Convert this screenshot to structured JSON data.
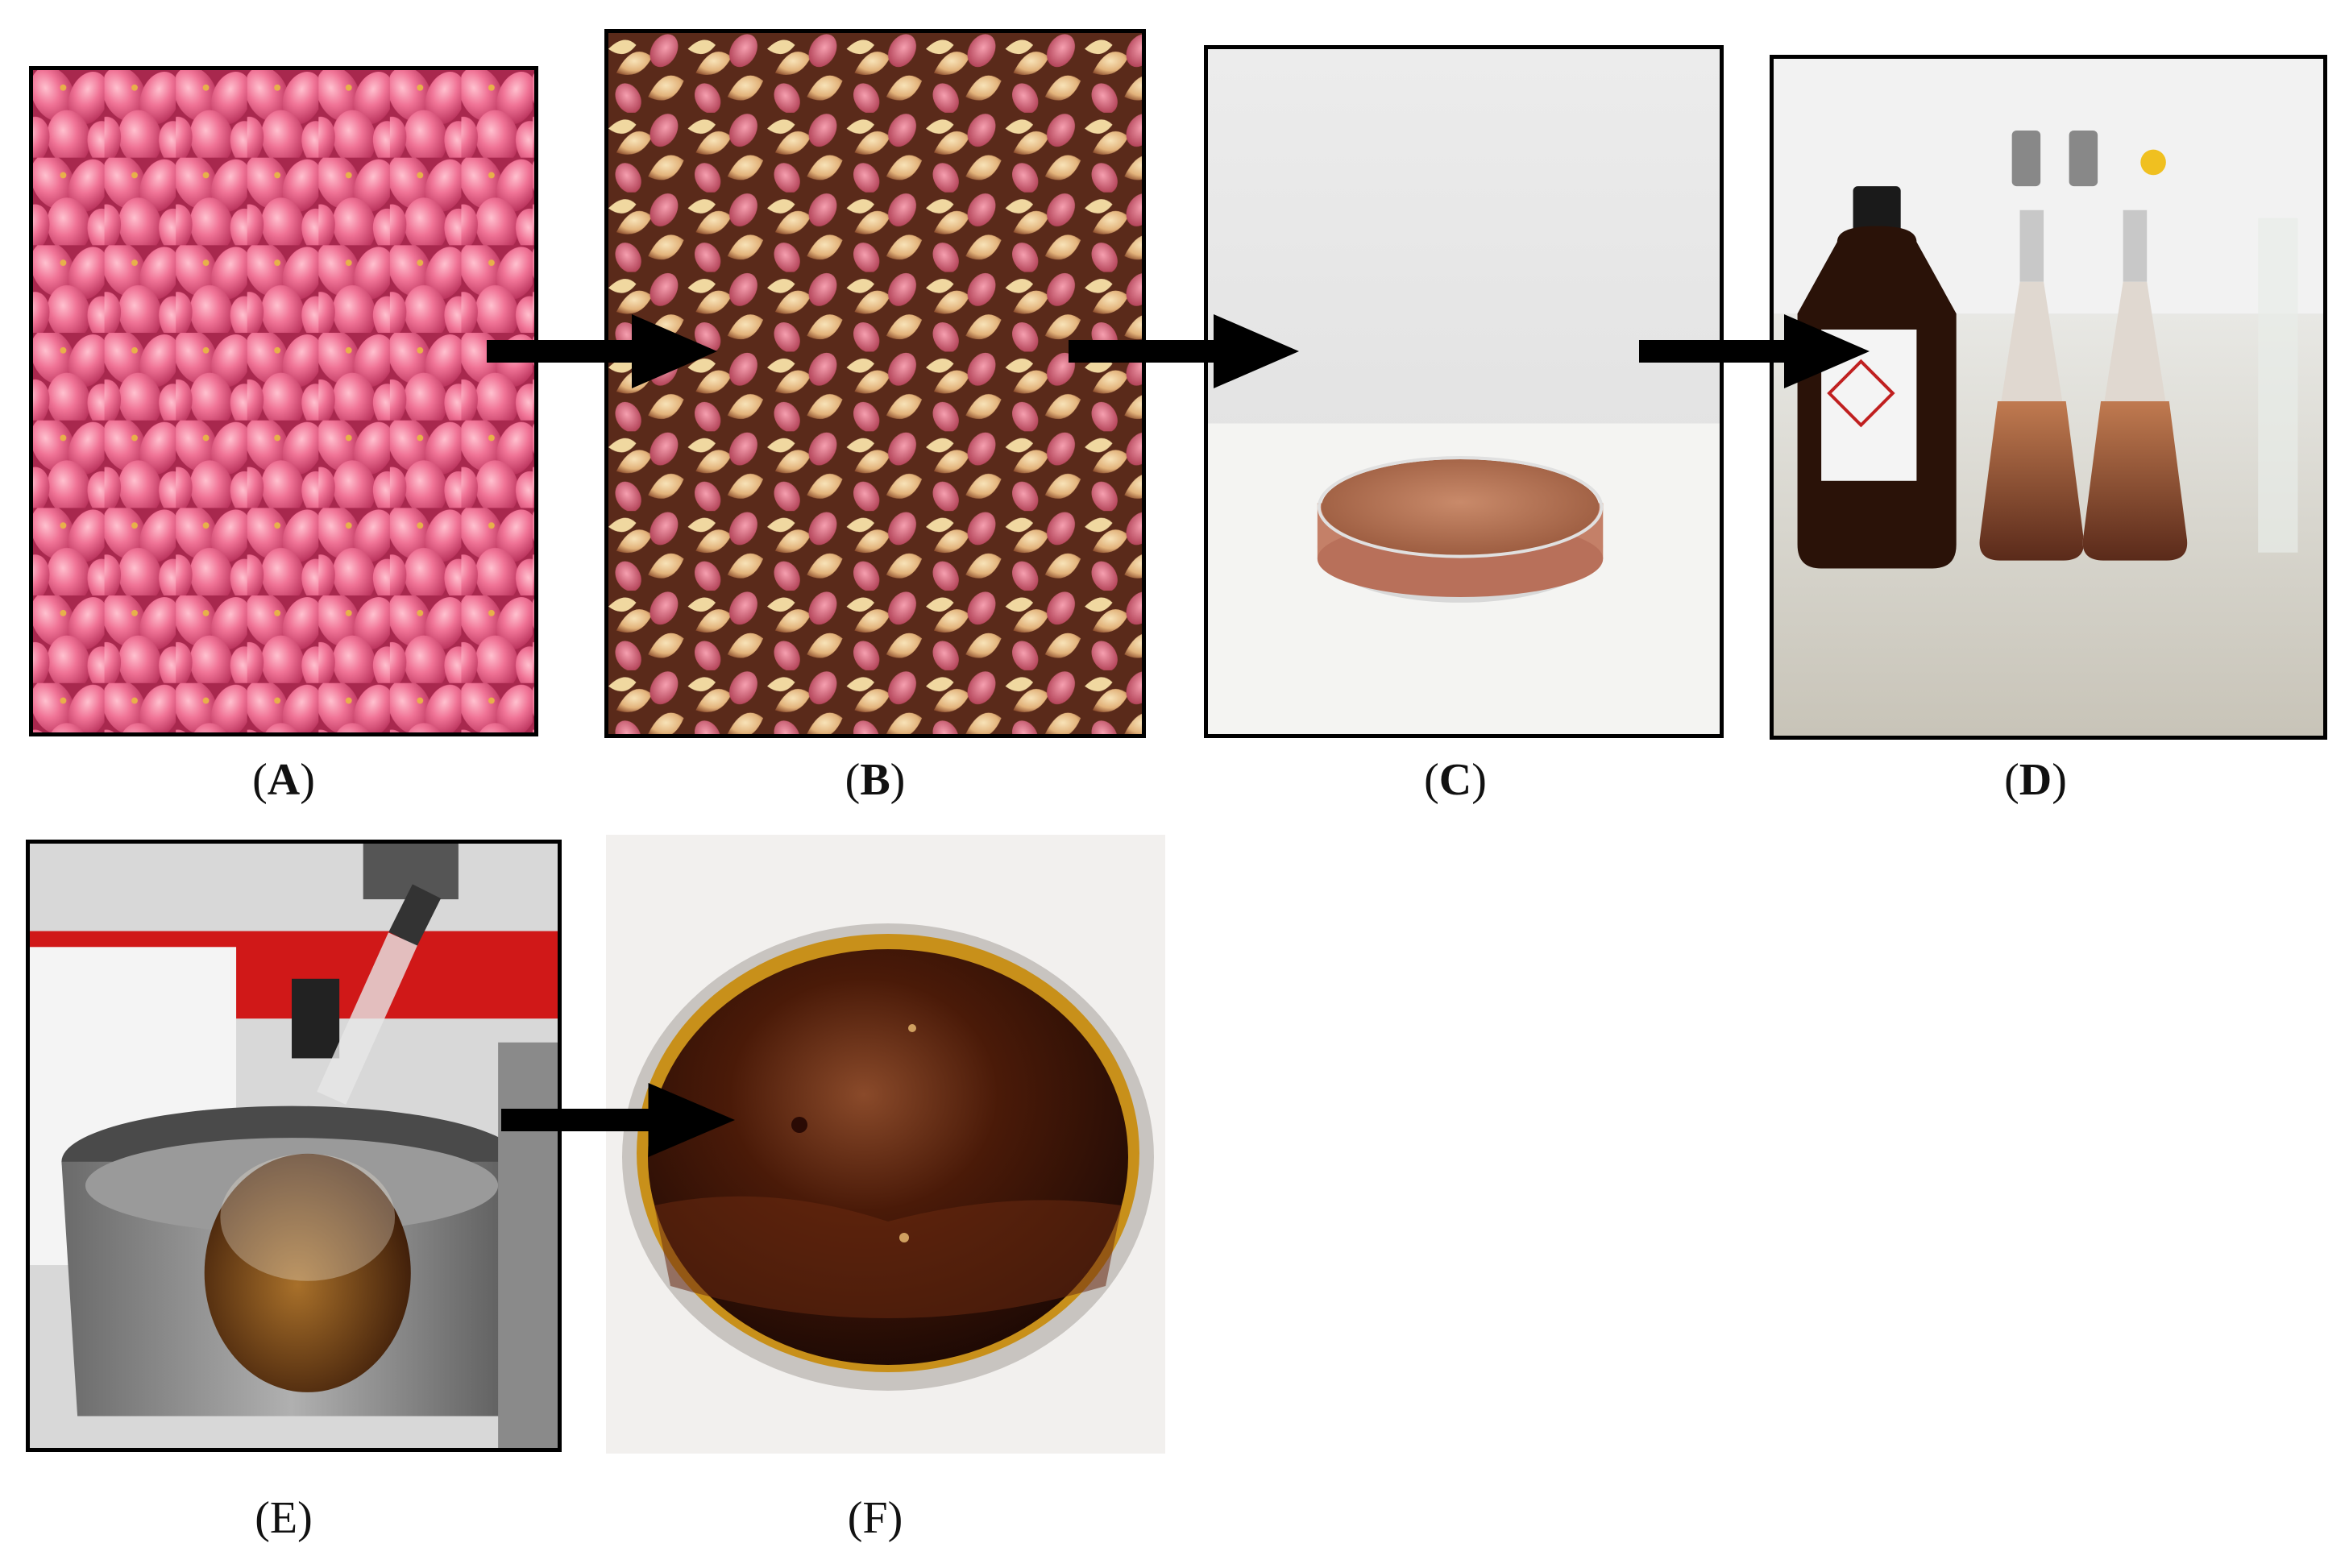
{
  "panels": [
    {
      "id": "A",
      "open": "(",
      "letter": "A",
      "close": ")",
      "bold": true
    },
    {
      "id": "B",
      "open": "(",
      "letter": "B",
      "close": ")",
      "bold": true
    },
    {
      "id": "C",
      "open": "(",
      "letter": "C",
      "close": ")",
      "bold": true
    },
    {
      "id": "D",
      "open": "(",
      "letter": "D",
      "close": ")",
      "bold": true
    },
    {
      "id": "E",
      "open": "(",
      "letter": "E",
      "close": ")",
      "bold": false
    },
    {
      "id": "F",
      "open": "(",
      "letter": "F",
      "close": ")",
      "bold": false
    }
  ],
  "colors": {
    "arrow": "#000000",
    "frame": "#000000",
    "pistachio_pink": "#e85a7f",
    "hull_cream": "#e8c48a",
    "powder": "#b06a4a",
    "extract_dark": "#3a1408",
    "oil_edge": "#c8901a"
  },
  "icons": [
    "arrow-right-icon"
  ]
}
